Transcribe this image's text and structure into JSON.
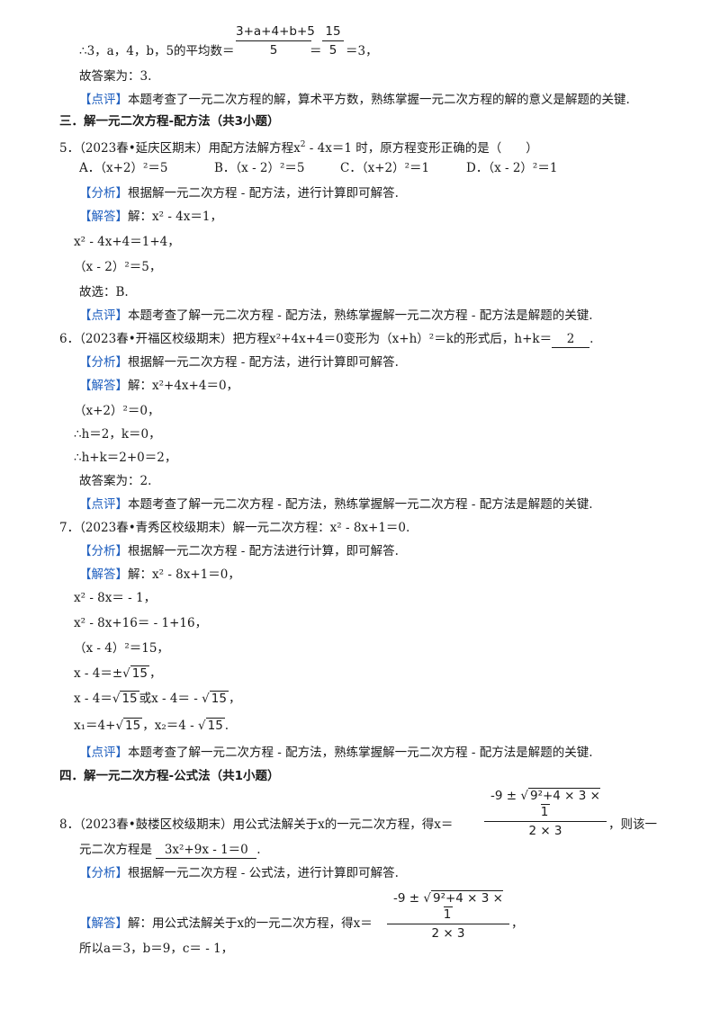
{
  "top": {
    "frac1_num": "3+a+4+b+5",
    "frac1_den": "5",
    "frac2_num": "15",
    "frac2_den": "5",
    "avg_prefix": "∴3，a，4，b，5的平均数＝",
    "eq": "＝",
    "avg_suffix": "＝3，",
    "answer": "故答案为：3.",
    "review_tag": "【点评】",
    "review_text": "本题考查了一元二次方程的解，算术平方数，熟练掌握一元二次方程的解的意义是解题的关键."
  },
  "section3": {
    "title": "三．解一元二次方程-配方法（共3小题）"
  },
  "q5": {
    "stem_a": "5．（2023春•延庆区期末）用配方法解方程x",
    "stem_b": " - 4x＝1 时，原方程变形正确的是（　　）",
    "opt_a": "A．（x+2）²＝5",
    "opt_b": "B．（x - 2）²＝5",
    "opt_c": "C．（x+2）²＝1",
    "opt_d": "D．（x - 2）²＝1",
    "analysis_tag": "【分析】",
    "analysis": "根据解一元二次方程 - 配方法，进行计算即可解答.",
    "solution_tag": "【解答】",
    "s1": "解：x² - 4x＝1，",
    "s2": "x² - 4x+4＝1+4，",
    "s3": "（x - 2）²＝5，",
    "s4": "故选：B.",
    "review_tag": "【点评】",
    "review": "本题考查了解一元二次方程 - 配方法，熟练掌握解一元二次方程 - 配方法是解题的关键."
  },
  "q6": {
    "stem": "6．（2023春•开福区校级期末）把方程x²+4x+4＝0变形为（x+h）²＝k的形式后，h+k＝",
    "blank": "2",
    "stem_end": ".",
    "analysis_tag": "【分析】",
    "analysis": "根据解一元二次方程 - 配方法，进行计算即可解答.",
    "solution_tag": "【解答】",
    "s1": "解：x²+4x+4＝0，",
    "s2": "（x+2）²＝0，",
    "s3": "∴h＝2，k＝0，",
    "s4": "∴h+k＝2+0＝2，",
    "s5": "故答案为：2.",
    "review_tag": "【点评】",
    "review": "本题考查了解一元二次方程 - 配方法，熟练掌握解一元二次方程 - 配方法是解题的关键."
  },
  "q7": {
    "stem": "7．（2023春•青秀区校级期末）解一元二次方程：x² - 8x+1＝0.",
    "analysis_tag": "【分析】",
    "analysis": "根据解一元二次方程 - 配方法进行计算，即可解答.",
    "solution_tag": "【解答】",
    "s1": "解：x² - 8x+1＝0，",
    "s2": "x² - 8x＝ - 1，",
    "s3": "x² - 8x+16＝ - 1+16，",
    "s4": "（x - 4）²＝15，",
    "s5_pre": "x - 4＝±",
    "rad15": "15",
    "s5_post": "，",
    "s6_a": "x - 4＝",
    "s6_b": "或x - 4＝ - ",
    "s6_c": "，",
    "s7_a": "x₁＝4+",
    "s7_b": "，x₂＝4 - ",
    "s7_c": ".",
    "review_tag": "【点评】",
    "review": "本题考查了解一元二次方程 - 配方法，熟练掌握解一元二次方程 - 配方法是解题的关键."
  },
  "section4": {
    "title": "四．解一元二次方程-公式法（共1小题）"
  },
  "q8": {
    "frac_num_pre": "-9 ±",
    "frac_rad": "9²+4 × 3 × 1",
    "frac_den": "2 × 3",
    "stem_a": "8．（2023春•鼓楼区校级期末）用公式法解关于x的一元二次方程，得x＝",
    "stem_b": "，则该一",
    "stem_c": "元二次方程是",
    "blank": "3x²+9x - 1＝0",
    "stem_end": ".",
    "analysis_tag": "【分析】",
    "analysis": "根据解一元二次方程 - 公式法，进行计算即可解答.",
    "solution_tag": "【解答】",
    "s1": "解：用公式法解关于x的一元二次方程，得x＝",
    "s1_end": "，",
    "s2": "所以a＝3，b＝9，c＝ - 1，"
  }
}
